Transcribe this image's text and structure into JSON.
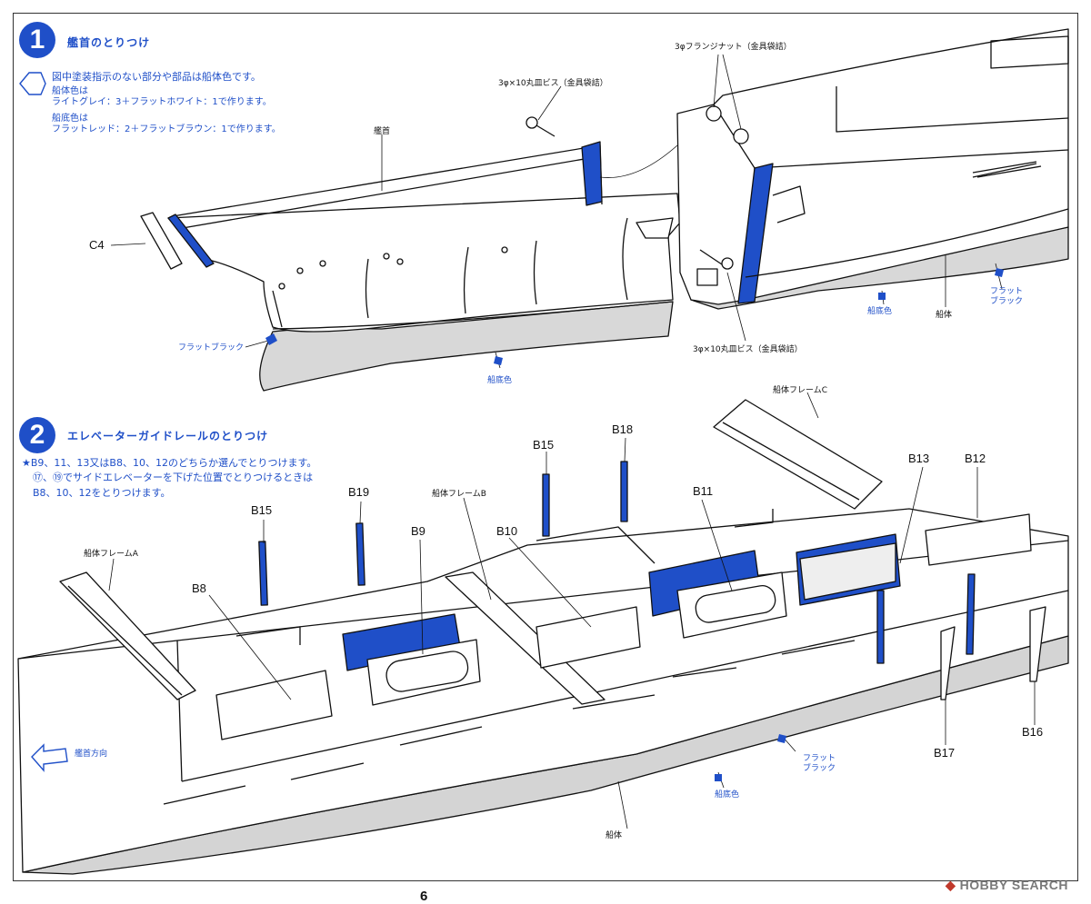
{
  "step1": {
    "number": "1",
    "title": "艦首のとりつけ",
    "note_line1": "図中塗装指示のない部分や部品は船体色です。",
    "note_line2": "船体色は",
    "note_line3": "ライトグレイ：3＋フラットホワイト：1で作ります。",
    "note_line4": "船底色は",
    "note_line5": "フラットレッド：2＋フラットブラウン：1で作ります。",
    "labels": {
      "bow": "艦首",
      "screw_top": "3φ×10丸皿ビス（金具袋詰）",
      "flange_nut": "3φフランジナット（金具袋詰）",
      "screw_bottom": "3φ×10丸皿ビス（金具袋詰）",
      "c4": "C4",
      "flat_black_left": "フラットブラック",
      "bottom_color_left": "船底色",
      "bottom_color_right": "船底色",
      "hull": "船体",
      "flat_black_right_1": "フラット",
      "flat_black_right_2": "ブラック"
    }
  },
  "step2": {
    "number": "2",
    "title": "エレベーターガイドレールのとりつけ",
    "note_line1": "★B9、11、13又はB8、10、12のどちらか選んでとりつけます。",
    "note_line2": "⑰、⑲でサイドエレベーターを下げた位置でとりつけるときは",
    "note_line3": "B8、10、12をとりつけます。",
    "labels": {
      "frame_a": "船体フレームA",
      "frame_b": "船体フレームB",
      "frame_c": "船体フレームC",
      "b8": "B8",
      "b9": "B9",
      "b10": "B10",
      "b11": "B11",
      "b12": "B12",
      "b13": "B13",
      "b15a": "B15",
      "b15b": "B15",
      "b16": "B16",
      "b17": "B17",
      "b18": "B18",
      "b19": "B19",
      "bow_direction": "艦首方向",
      "flat_black_1": "フラット",
      "flat_black_2": "ブラック",
      "bottom_color": "船底色",
      "hull": "船体"
    }
  },
  "page_number": "6",
  "watermark": "HOBBY SEARCH",
  "colors": {
    "accent": "#1f4fc8",
    "line": "#111111",
    "hull_bottom": "#d4d4d4"
  }
}
